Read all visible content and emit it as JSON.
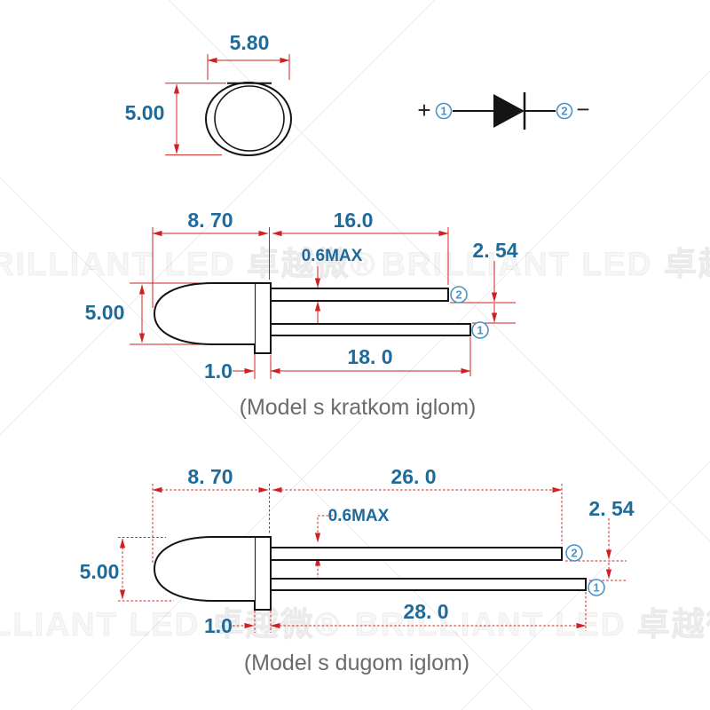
{
  "colors": {
    "dimension_text": "#1e6b9b",
    "dimension_line": "#cf2121",
    "outline": "#141414",
    "caption_text": "#6e6a67",
    "pin_label_blue": "#4b93c5",
    "background": "#ffffff"
  },
  "watermark": {
    "text": "BRILLIANT LED 卓越微®"
  },
  "top_view": {
    "diameter": "5.80",
    "height": "5.00"
  },
  "schematic": {
    "plus": "+",
    "anode_num": "1",
    "cathode_num": "2",
    "minus": "−"
  },
  "short_model": {
    "caption": "(Model s kratkom iglom)",
    "body_length": "8. 70",
    "pin2_length": "16.0",
    "lead_thickness": "0.6MAX",
    "pitch": "2. 54",
    "body_diameter": "5.00",
    "flange_width": "1.0",
    "pin1_length": "18. 0",
    "pin1_num": "1",
    "pin2_num": "2"
  },
  "long_model": {
    "caption": "(Model s dugom iglom)",
    "body_length": "8. 70",
    "pin2_length": "26. 0",
    "lead_thickness": "0.6MAX",
    "pitch": "2. 54",
    "body_diameter": "5.00",
    "flange_width": "1.0",
    "pin1_length": "28. 0",
    "pin1_num": "1",
    "pin2_num": "2"
  }
}
